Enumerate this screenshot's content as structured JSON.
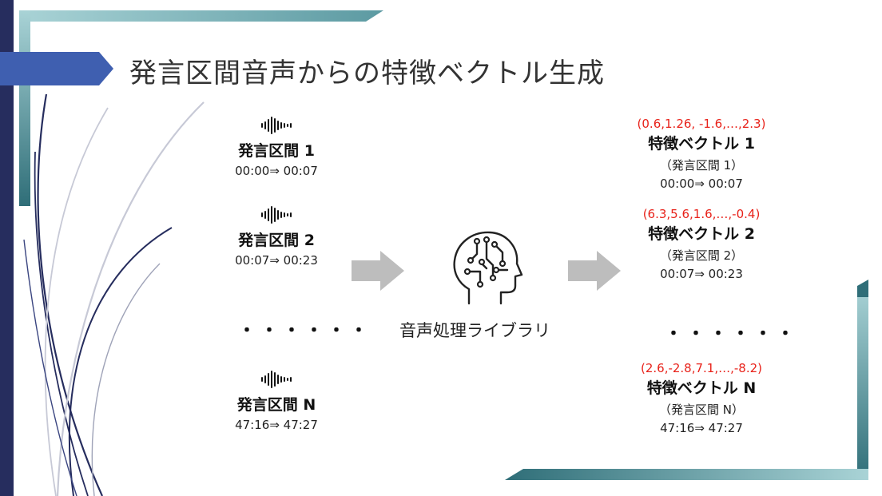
{
  "title": "発言区間音声からの特徴ベクトル生成",
  "segments": [
    {
      "name": "発言区間 1",
      "time": "00:00⇒ 00:07"
    },
    {
      "name": "発言区間 2",
      "time": "00:07⇒ 00:23"
    },
    {
      "name": "発言区間 N",
      "time": "47:16⇒ 47:27"
    }
  ],
  "ellipsis": "・・・・・・",
  "library": {
    "label": "音声処理ライブラリ",
    "icon": "ai-head-icon"
  },
  "vectors": [
    {
      "values": "(0.6,1.26, -1.6,…,2.3)",
      "name": "特徴ベクトル 1",
      "segment": "（発言区間 1）",
      "time": "00:00⇒ 00:07"
    },
    {
      "values": "(6.3,5.6,1.6,…,-0.4)",
      "name": "特徴ベクトル 2",
      "segment": "（発言区間 2）",
      "time": "00:07⇒ 00:23"
    },
    {
      "values": "(2.6,-2.8,7.1,…,-8.2)",
      "name": "特徴ベクトル N",
      "segment": "（発言区間 N）",
      "time": "47:16⇒ 47:27"
    }
  ],
  "colors": {
    "navy": "#262d5e",
    "teal": "#8fc0c4",
    "blue_tab": "#3f5fb0",
    "value_red": "#e8221a",
    "arrow_gray": "#bdbdbd"
  }
}
